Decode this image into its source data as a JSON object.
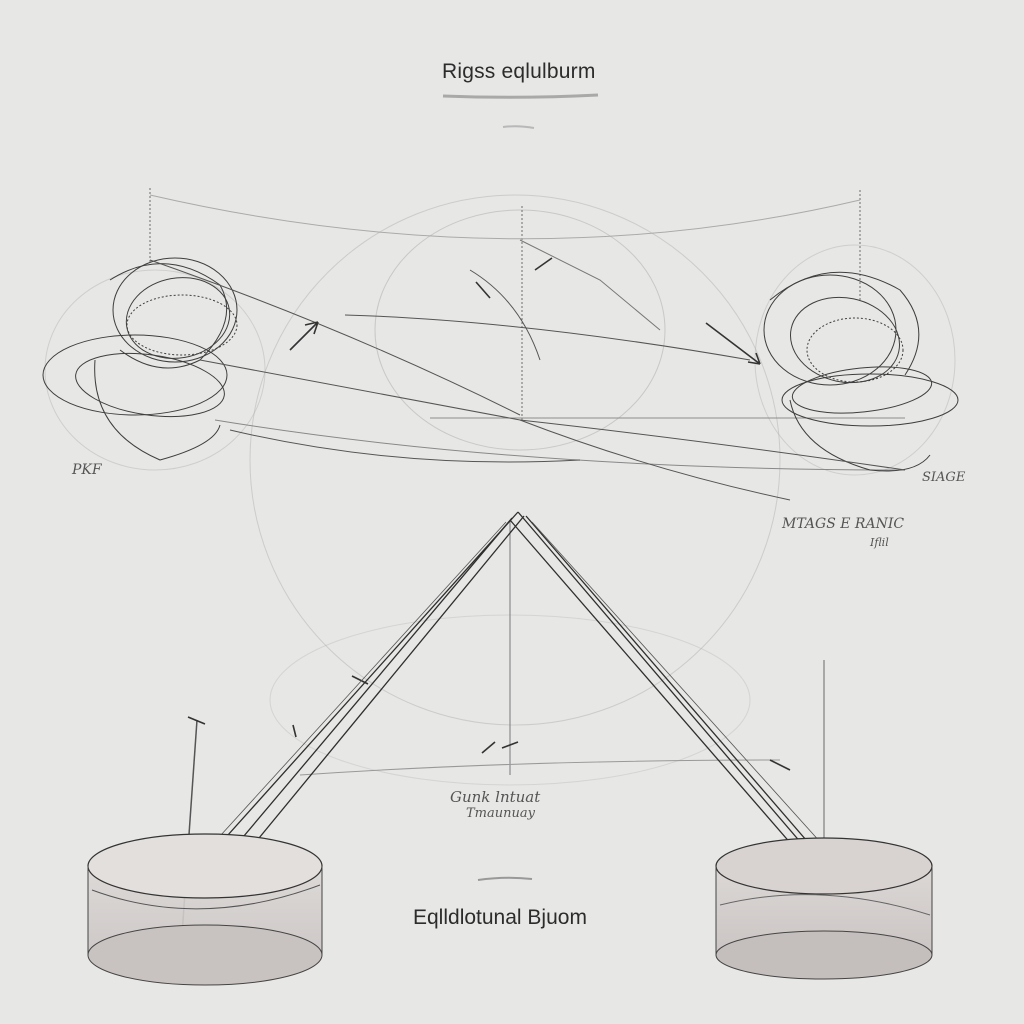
{
  "title": "Rigss eqlulburm",
  "caption": "Eqlldlotunal Bjuom",
  "annotations": {
    "left_node": "PKF",
    "right_node": "SIAGE",
    "right_label_main": "MTAGS E RANIC",
    "right_label_sub": "Iflil",
    "center_line1": "Gunk lntuat",
    "center_line2": "Tmaunuay"
  },
  "colors": {
    "background": "#e7e7e5",
    "ink": "#2c2c2c",
    "faint_ink": "#9a9a9a",
    "base_fill": "#cfcac8"
  }
}
